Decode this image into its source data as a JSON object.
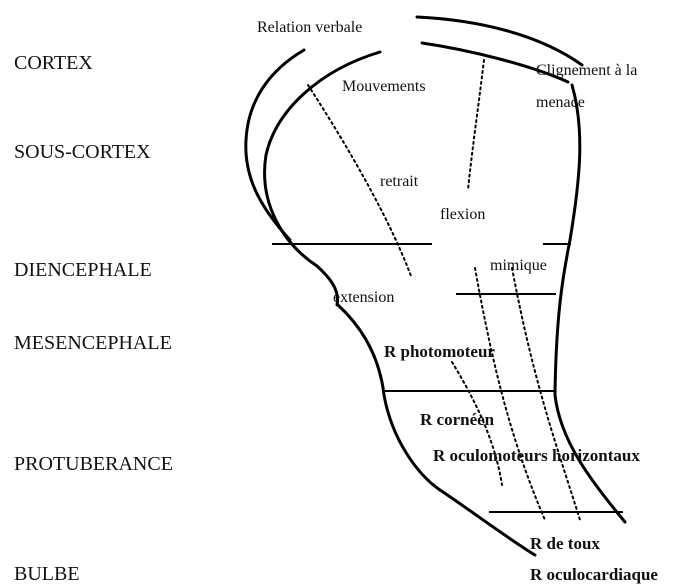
{
  "levels": [
    {
      "id": "cortex",
      "label": "CORTEX"
    },
    {
      "id": "sous-cortex",
      "label": "SOUS-CORTEX"
    },
    {
      "id": "diencephale",
      "label": "DIENCEPHALE"
    },
    {
      "id": "mesencephale",
      "label": "MESENCEPHALE"
    },
    {
      "id": "protuberance",
      "label": "PROTUBERANCE"
    },
    {
      "id": "bulbe",
      "label": "BULBE"
    }
  ],
  "responses": {
    "relation_verbale": "Relation verbale",
    "mouvements": "Mouvements",
    "clignement_line1": "Clignement à la",
    "clignement_line2": "menace",
    "retrait": "retrait",
    "flexion": "flexion",
    "mimique": "mimique",
    "extension": "extension"
  },
  "reflexes": {
    "photomoteur": "R photomoteur",
    "corneen": "R cornéen",
    "oculomoteurs": "R oculomoteurs horizontaux",
    "toux": "R de toux",
    "oculocardiaque": "R oculocardiaque"
  }
}
